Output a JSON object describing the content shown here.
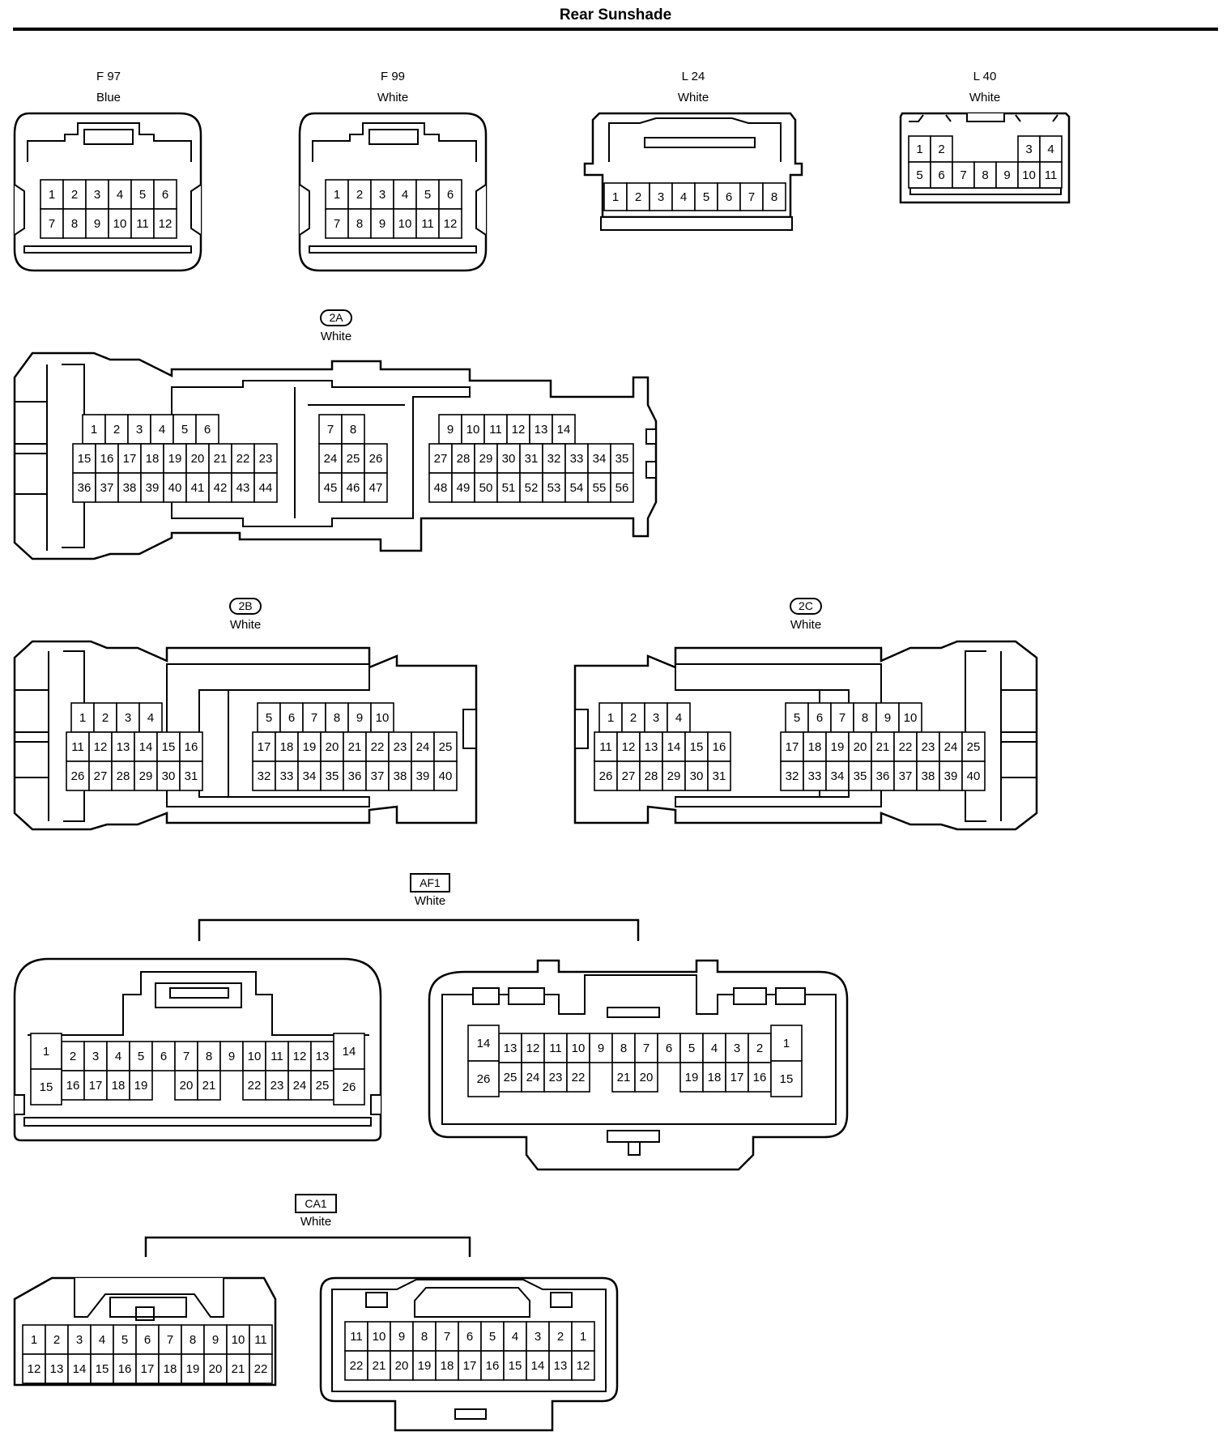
{
  "title": "Rear Sunshade",
  "connectors": {
    "f97": {
      "code": "F 97",
      "color": "Blue"
    },
    "f99": {
      "code": "F 99",
      "color": "White"
    },
    "l24": {
      "code": "L 24",
      "color": "White"
    },
    "l40": {
      "code": "L 40",
      "color": "White"
    },
    "c2a": {
      "code": "2A",
      "color": "White"
    },
    "c2b": {
      "code": "2B",
      "color": "White"
    },
    "c2c": {
      "code": "2C",
      "color": "White"
    },
    "af1": {
      "code": "AF1",
      "color": "White"
    },
    "ca1": {
      "code": "CA1",
      "color": "White"
    }
  },
  "pin_rows": {
    "f97": [
      [
        "1",
        "2",
        "3",
        "4",
        "5",
        "6"
      ],
      [
        "7",
        "8",
        "9",
        "10",
        "11",
        "12"
      ]
    ],
    "f99": [
      [
        "1",
        "2",
        "3",
        "4",
        "5",
        "6"
      ],
      [
        "7",
        "8",
        "9",
        "10",
        "11",
        "12"
      ]
    ],
    "l24": [
      [
        "1",
        "2",
        "3",
        "4",
        "5",
        "6",
        "7",
        "8"
      ]
    ],
    "l40": [
      [
        "1",
        "2",
        "",
        "",
        "",
        "3",
        "4"
      ],
      [
        "5",
        "6",
        "7",
        "8",
        "9",
        "10",
        "11"
      ]
    ],
    "c2a_left": [
      [
        "1",
        "2",
        "3",
        "4",
        "5",
        "6"
      ],
      [
        "15",
        "16",
        "17",
        "18",
        "19",
        "20",
        "21",
        "22",
        "23"
      ],
      [
        "36",
        "37",
        "38",
        "39",
        "40",
        "41",
        "42",
        "43",
        "44"
      ]
    ],
    "c2a_mid": [
      [
        "7",
        "8"
      ],
      [
        "24",
        "25",
        "26"
      ],
      [
        "45",
        "46",
        "47"
      ]
    ],
    "c2a_right": [
      [
        "9",
        "10",
        "11",
        "12",
        "13",
        "14"
      ],
      [
        "27",
        "28",
        "29",
        "30",
        "31",
        "32",
        "33",
        "34",
        "35"
      ],
      [
        "48",
        "49",
        "50",
        "51",
        "52",
        "53",
        "54",
        "55",
        "56"
      ]
    ],
    "c2b_left": [
      [
        "1",
        "2",
        "3",
        "4"
      ],
      [
        "11",
        "12",
        "13",
        "14",
        "15",
        "16"
      ],
      [
        "26",
        "27",
        "28",
        "29",
        "30",
        "31"
      ]
    ],
    "c2b_right": [
      [
        "5",
        "6",
        "7",
        "8",
        "9",
        "10"
      ],
      [
        "17",
        "18",
        "19",
        "20",
        "21",
        "22",
        "23",
        "24",
        "25"
      ],
      [
        "32",
        "33",
        "34",
        "35",
        "36",
        "37",
        "38",
        "39",
        "40"
      ]
    ],
    "c2c_left": [
      [
        "1",
        "2",
        "3",
        "4"
      ],
      [
        "11",
        "12",
        "13",
        "14",
        "15",
        "16"
      ],
      [
        "26",
        "27",
        "28",
        "29",
        "30",
        "31"
      ]
    ],
    "c2c_right": [
      [
        "5",
        "6",
        "7",
        "8",
        "9",
        "10"
      ],
      [
        "17",
        "18",
        "19",
        "20",
        "21",
        "22",
        "23",
        "24",
        "25"
      ],
      [
        "32",
        "33",
        "34",
        "35",
        "36",
        "37",
        "38",
        "39",
        "40"
      ]
    ],
    "af1_male": [
      [
        "2",
        "3",
        "4",
        "5",
        "6",
        "7",
        "8",
        "9",
        "10",
        "11",
        "12",
        "13"
      ],
      [
        "16",
        "17",
        "18",
        "19",
        "",
        "20",
        "21",
        "",
        "22",
        "23",
        "24",
        "25"
      ]
    ],
    "af1_male_ends": [
      "1",
      "15",
      "14",
      "26"
    ],
    "af1_female": [
      [
        "13",
        "12",
        "11",
        "10",
        "9",
        "8",
        "7",
        "6",
        "5",
        "4",
        "3",
        "2"
      ],
      [
        "25",
        "24",
        "23",
        "22",
        "",
        "21",
        "20",
        "",
        "19",
        "18",
        "17",
        "16"
      ]
    ],
    "af1_female_ends": [
      "14",
      "26",
      "1",
      "15"
    ],
    "ca1_male": [
      [
        "1",
        "2",
        "3",
        "4",
        "5",
        "6",
        "7",
        "8",
        "9",
        "10",
        "11"
      ],
      [
        "12",
        "13",
        "14",
        "15",
        "16",
        "17",
        "18",
        "19",
        "20",
        "21",
        "22"
      ]
    ],
    "ca1_female": [
      [
        "11",
        "10",
        "9",
        "8",
        "7",
        "6",
        "5",
        "4",
        "3",
        "2",
        "1"
      ],
      [
        "22",
        "21",
        "20",
        "19",
        "18",
        "17",
        "16",
        "15",
        "14",
        "13",
        "12"
      ]
    ]
  }
}
